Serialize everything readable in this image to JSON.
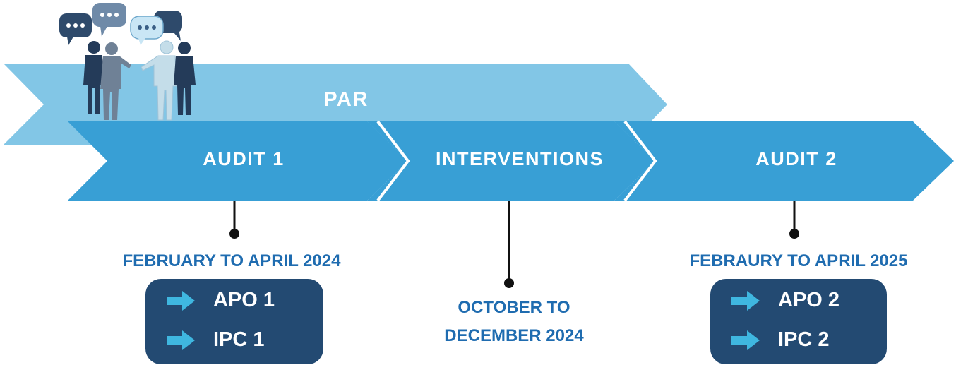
{
  "stages": {
    "top": "PAR",
    "audit1": "AUDIT 1",
    "interventions": "INTERVENTIONS",
    "audit2": "AUDIT 2"
  },
  "dates": {
    "audit1": "FEBRUARY TO APRIL 2024",
    "interventions_line1": "OCTOBER TO",
    "interventions_line2": "DECEMBER 2024",
    "audit2": "FEBRAURY TO APRIL 2025"
  },
  "boxes": {
    "audit1": [
      "APO 1",
      "IPC 1"
    ],
    "audit2": [
      "APO 2",
      "IPC 2"
    ]
  },
  "icons": {
    "people": "people-talking-icon",
    "arrow": "right-arrow-icon"
  },
  "colors": {
    "par_band": "#82c6e6",
    "chevron": "#389fd5",
    "dark_box": "#234a72",
    "date_text": "#1f6cb0",
    "arrow": "#3fb7e0"
  }
}
